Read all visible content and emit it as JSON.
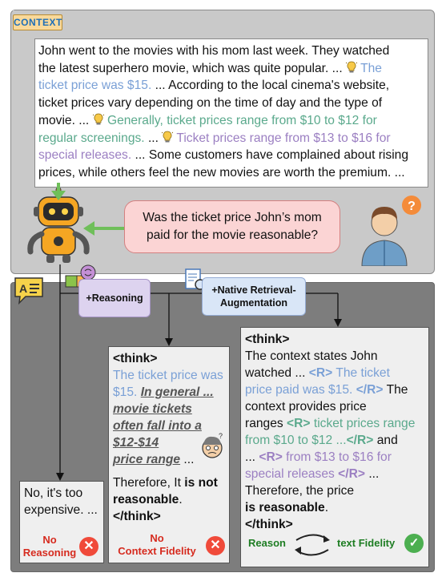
{
  "context": {
    "label": "CONTEXT",
    "line1": "John went to the movies with his mom last week. They watched",
    "line2a": "the latest superhero movie, which was quite popular. ...",
    "line2b": "The",
    "line3a": "ticket price was $15.",
    "line3b": "... According to the local cinema's website,",
    "line4": "ticket prices vary depending on the time of day and the type of",
    "line5a": "movie. ...",
    "line5b": "Generally, ticket prices range from $10 to $12 for",
    "line6a": "regular screenings.",
    "line6b": "...",
    "line6c": "Ticket prices range from $13 to $16 for",
    "line7a": "special releases.",
    "line7b": "... Some customers have complained about rising",
    "line8": "prices, while others feel the new movies are worth the premium. ..."
  },
  "question": {
    "line1": "Was the ticket price John’s mom",
    "line2": "paid for the movie reasonable?"
  },
  "branches": {
    "reasoning": "+Reasoning",
    "rag_line1": "+Native Retrieval-",
    "rag_line2": "Augmentation"
  },
  "no_reasoning": {
    "line1": "No, it's too",
    "line2": "expensive. ...",
    "verdict1": "No",
    "verdict2": "Reasoning"
  },
  "reasoning_answer": {
    "think_open": "<think>",
    "l1": "The ticket price was",
    "l2a": "$15.",
    "l2b": "In general ...",
    "l3": "movie tickets",
    "l4": "often fall into a",
    "l5": "$12-$14",
    "l6": "price range",
    "l6b": "...",
    "l7": "Therefore, It",
    "l7b": "is not",
    "l8": "reasonable",
    "l8b": ".",
    "think_close": "</think>",
    "verdict1": "No",
    "verdict2": "Context Fidelity"
  },
  "rag_answer": {
    "think_open": "<think>",
    "l1": "The context states John",
    "l2a": "watched ...",
    "l2b": "<R>",
    "l2c": "The ticket",
    "l3a": "price paid was $15.",
    "l3b": "</R>",
    "l3c": "The",
    "l4": "context provides price",
    "l5a": "ranges",
    "l5b": "<R>",
    "l5c": "ticket prices range",
    "l6a": "from $10 to $12 ...",
    "l6b": "</R>",
    "l6c": "and",
    "l7a": "...",
    "l7b": "<R>",
    "l7c": "from $13 to $16 for",
    "l8a": "special releases",
    "l8b": "</R>",
    "l8c": "...",
    "l9": "Therefore, the price",
    "l10": "is reasonable",
    "l10b": ".",
    "think_close": "</think>",
    "left_label": "Reason",
    "right_label": "text Fidelity"
  },
  "colors": {
    "retrieved_blue": "#7aa0d6",
    "retrieved_green": "#5aa98c",
    "retrieved_purple": "#9b7fc2",
    "bubble_pink": "#fbd4d4",
    "fail_red": "#f04a3a",
    "pass_green": "#4caf50"
  },
  "icons": [
    "lightbulb-icon",
    "robot-icon",
    "person-confused-icon",
    "question-mark-icon",
    "brain-puzzle-icon",
    "document-search-icon",
    "text-chat-icon",
    "x-circle-icon",
    "check-circle-icon",
    "confused-face-icon",
    "cycle-arrows-icon"
  ]
}
